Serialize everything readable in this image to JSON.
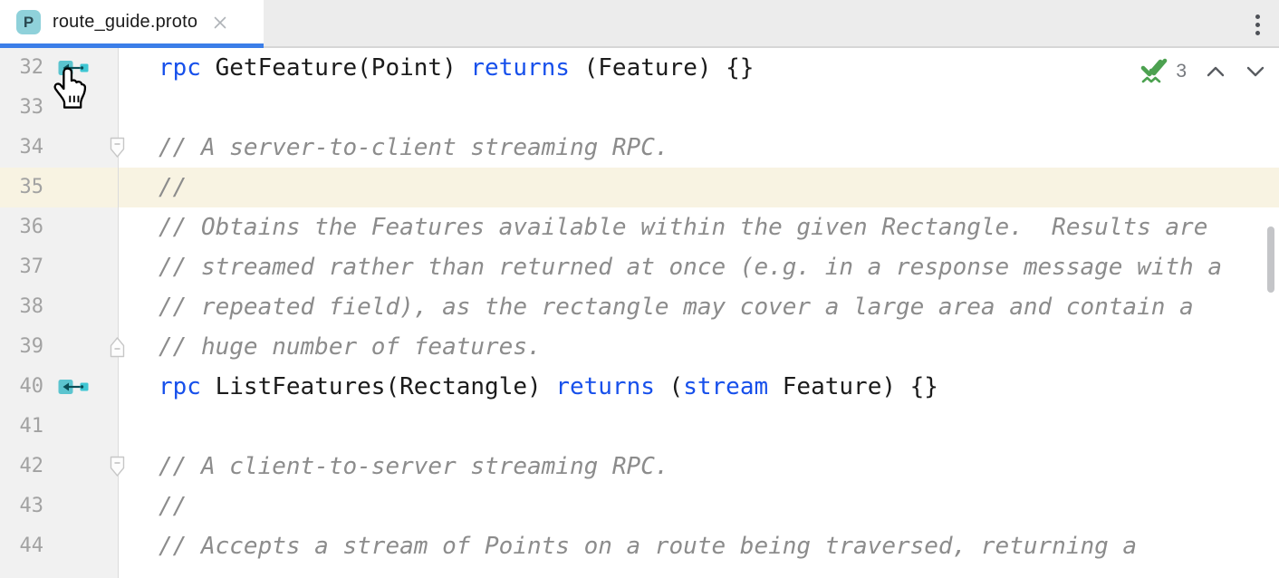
{
  "tab_bar": {
    "tab": {
      "file_type_letter": "P",
      "title": "route_guide.proto",
      "close_icon": "close-icon",
      "active": true
    },
    "overflow_menu_icon": "kebab-menu-icon"
  },
  "editor": {
    "analysis_widget": {
      "icon": "inspections-ok-icon",
      "count": "3",
      "prev_icon": "chevron-up-icon",
      "next_icon": "chevron-down-icon"
    },
    "lines": [
      {
        "num": "32",
        "gutter_icon": "rpc-implementation-icon",
        "fold": null,
        "highlight": false,
        "tokens": [
          [
            "k",
            "rpc"
          ],
          [
            "p",
            " GetFeature(Point) "
          ],
          [
            "k",
            "returns"
          ],
          [
            "p",
            " (Feature) {}"
          ]
        ]
      },
      {
        "num": "33",
        "gutter_icon": null,
        "fold": null,
        "highlight": false,
        "tokens": []
      },
      {
        "num": "34",
        "gutter_icon": null,
        "fold": "down",
        "highlight": false,
        "tokens": [
          [
            "c",
            "// A server-to-client streaming RPC."
          ]
        ]
      },
      {
        "num": "35",
        "gutter_icon": null,
        "fold": null,
        "highlight": true,
        "tokens": [
          [
            "c",
            "//"
          ]
        ]
      },
      {
        "num": "36",
        "gutter_icon": null,
        "fold": null,
        "highlight": false,
        "tokens": [
          [
            "c",
            "// Obtains the Features available within the given Rectangle.  Results are"
          ]
        ]
      },
      {
        "num": "37",
        "gutter_icon": null,
        "fold": null,
        "highlight": false,
        "tokens": [
          [
            "c",
            "// streamed rather than returned at once (e.g. in a response message with a"
          ]
        ]
      },
      {
        "num": "38",
        "gutter_icon": null,
        "fold": null,
        "highlight": false,
        "tokens": [
          [
            "c",
            "// repeated field), as the rectangle may cover a large area and contain a"
          ]
        ]
      },
      {
        "num": "39",
        "gutter_icon": null,
        "fold": "up",
        "highlight": false,
        "tokens": [
          [
            "c",
            "// huge number of features."
          ]
        ]
      },
      {
        "num": "40",
        "gutter_icon": "rpc-implementation-icon",
        "fold": null,
        "highlight": false,
        "tokens": [
          [
            "k",
            "rpc"
          ],
          [
            "p",
            " ListFeatures(Rectangle) "
          ],
          [
            "k",
            "returns"
          ],
          [
            "p",
            " ("
          ],
          [
            "k",
            "stream"
          ],
          [
            "p",
            " Feature) {}"
          ]
        ]
      },
      {
        "num": "41",
        "gutter_icon": null,
        "fold": null,
        "highlight": false,
        "tokens": []
      },
      {
        "num": "42",
        "gutter_icon": null,
        "fold": "down",
        "highlight": false,
        "tokens": [
          [
            "c",
            "// A client-to-server streaming RPC."
          ]
        ]
      },
      {
        "num": "43",
        "gutter_icon": null,
        "fold": null,
        "highlight": false,
        "tokens": [
          [
            "c",
            "//"
          ]
        ]
      },
      {
        "num": "44",
        "gutter_icon": null,
        "fold": null,
        "highlight": false,
        "tokens": [
          [
            "c",
            "// Accepts a stream of Points on a route being traversed, returning a"
          ]
        ]
      }
    ]
  },
  "colors": {
    "accent_blue": "#3B7EE8",
    "keyword_blue": "#1750EB",
    "comment_gray": "#8C8C8C",
    "code_text": "#1B1B1B",
    "line_number_gray": "#A2A2A2",
    "gutter_bg": "#F1F1F1",
    "editor_bg": "#FFFFFF",
    "current_line_bg": "#F8F3E2",
    "tab_bar_bg": "#ECECEC",
    "proto_icon_bg": "#8FD1DA",
    "rpc_icon_teal": "#3FC6D3",
    "rpc_icon_dark": "#0A4D56",
    "check_green": "#4CA150"
  }
}
